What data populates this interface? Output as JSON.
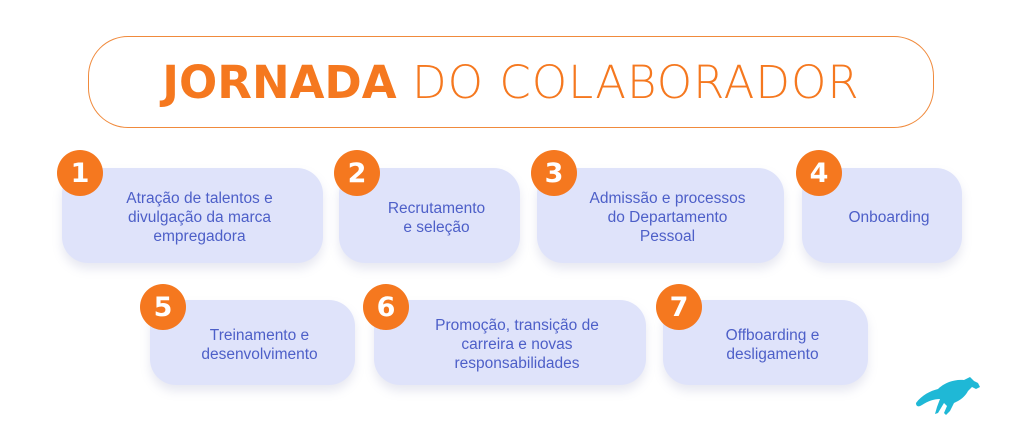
{
  "title": {
    "bold": "JORNADA",
    "light": "DO COLABORADOR",
    "color": "#f5781f"
  },
  "steps": [
    {
      "number": "1",
      "label": "Atração de talentos e\ndivulgação da marca\nempregadora"
    },
    {
      "number": "2",
      "label": "Recrutamento\ne seleção"
    },
    {
      "number": "3",
      "label": "Admissão e processos\ndo Departamento\nPessoal"
    },
    {
      "number": "4",
      "label": "Onboarding"
    },
    {
      "number": "5",
      "label": "Treinamento e\ndesenvolvimento"
    },
    {
      "number": "6",
      "label": "Promoção, transição de\ncarreira e novas\nresponsabilidades"
    },
    {
      "number": "7",
      "label": "Offboarding e\ndesligamento"
    }
  ],
  "colors": {
    "accent": "#f5781f",
    "box_bg": "#dfe3fa",
    "box_text": "#4d5fc8",
    "logo": "#1fb8d6"
  },
  "logo": {
    "icon": "fox-leaping-icon"
  }
}
